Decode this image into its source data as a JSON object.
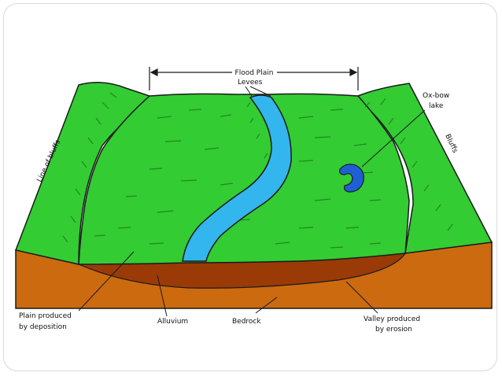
{
  "diagram": {
    "labels": {
      "flood_plain": "Flood Plain",
      "levees": "Levees",
      "ox_bow_lake_line1": "Ox-bow",
      "ox_bow_lake_line2": "lake",
      "line_of_bluffs": "Line of bluffs",
      "bluffs": "Bluffs",
      "plain_line1": "Plain produced",
      "plain_line2": "by deposition",
      "alluvium": "Alluvium",
      "bedrock": "Bedrock",
      "valley_line1": "Valley produced",
      "valley_line2": "by erosion"
    },
    "colors": {
      "grass": "#33cc33",
      "grass_dark": "#1f8a1f",
      "river": "#33b5ee",
      "lake": "#1f5fd6",
      "bedrock": "#cc6a0f",
      "alluvium": "#9a3a06",
      "outline": "#1a1a1a"
    }
  }
}
